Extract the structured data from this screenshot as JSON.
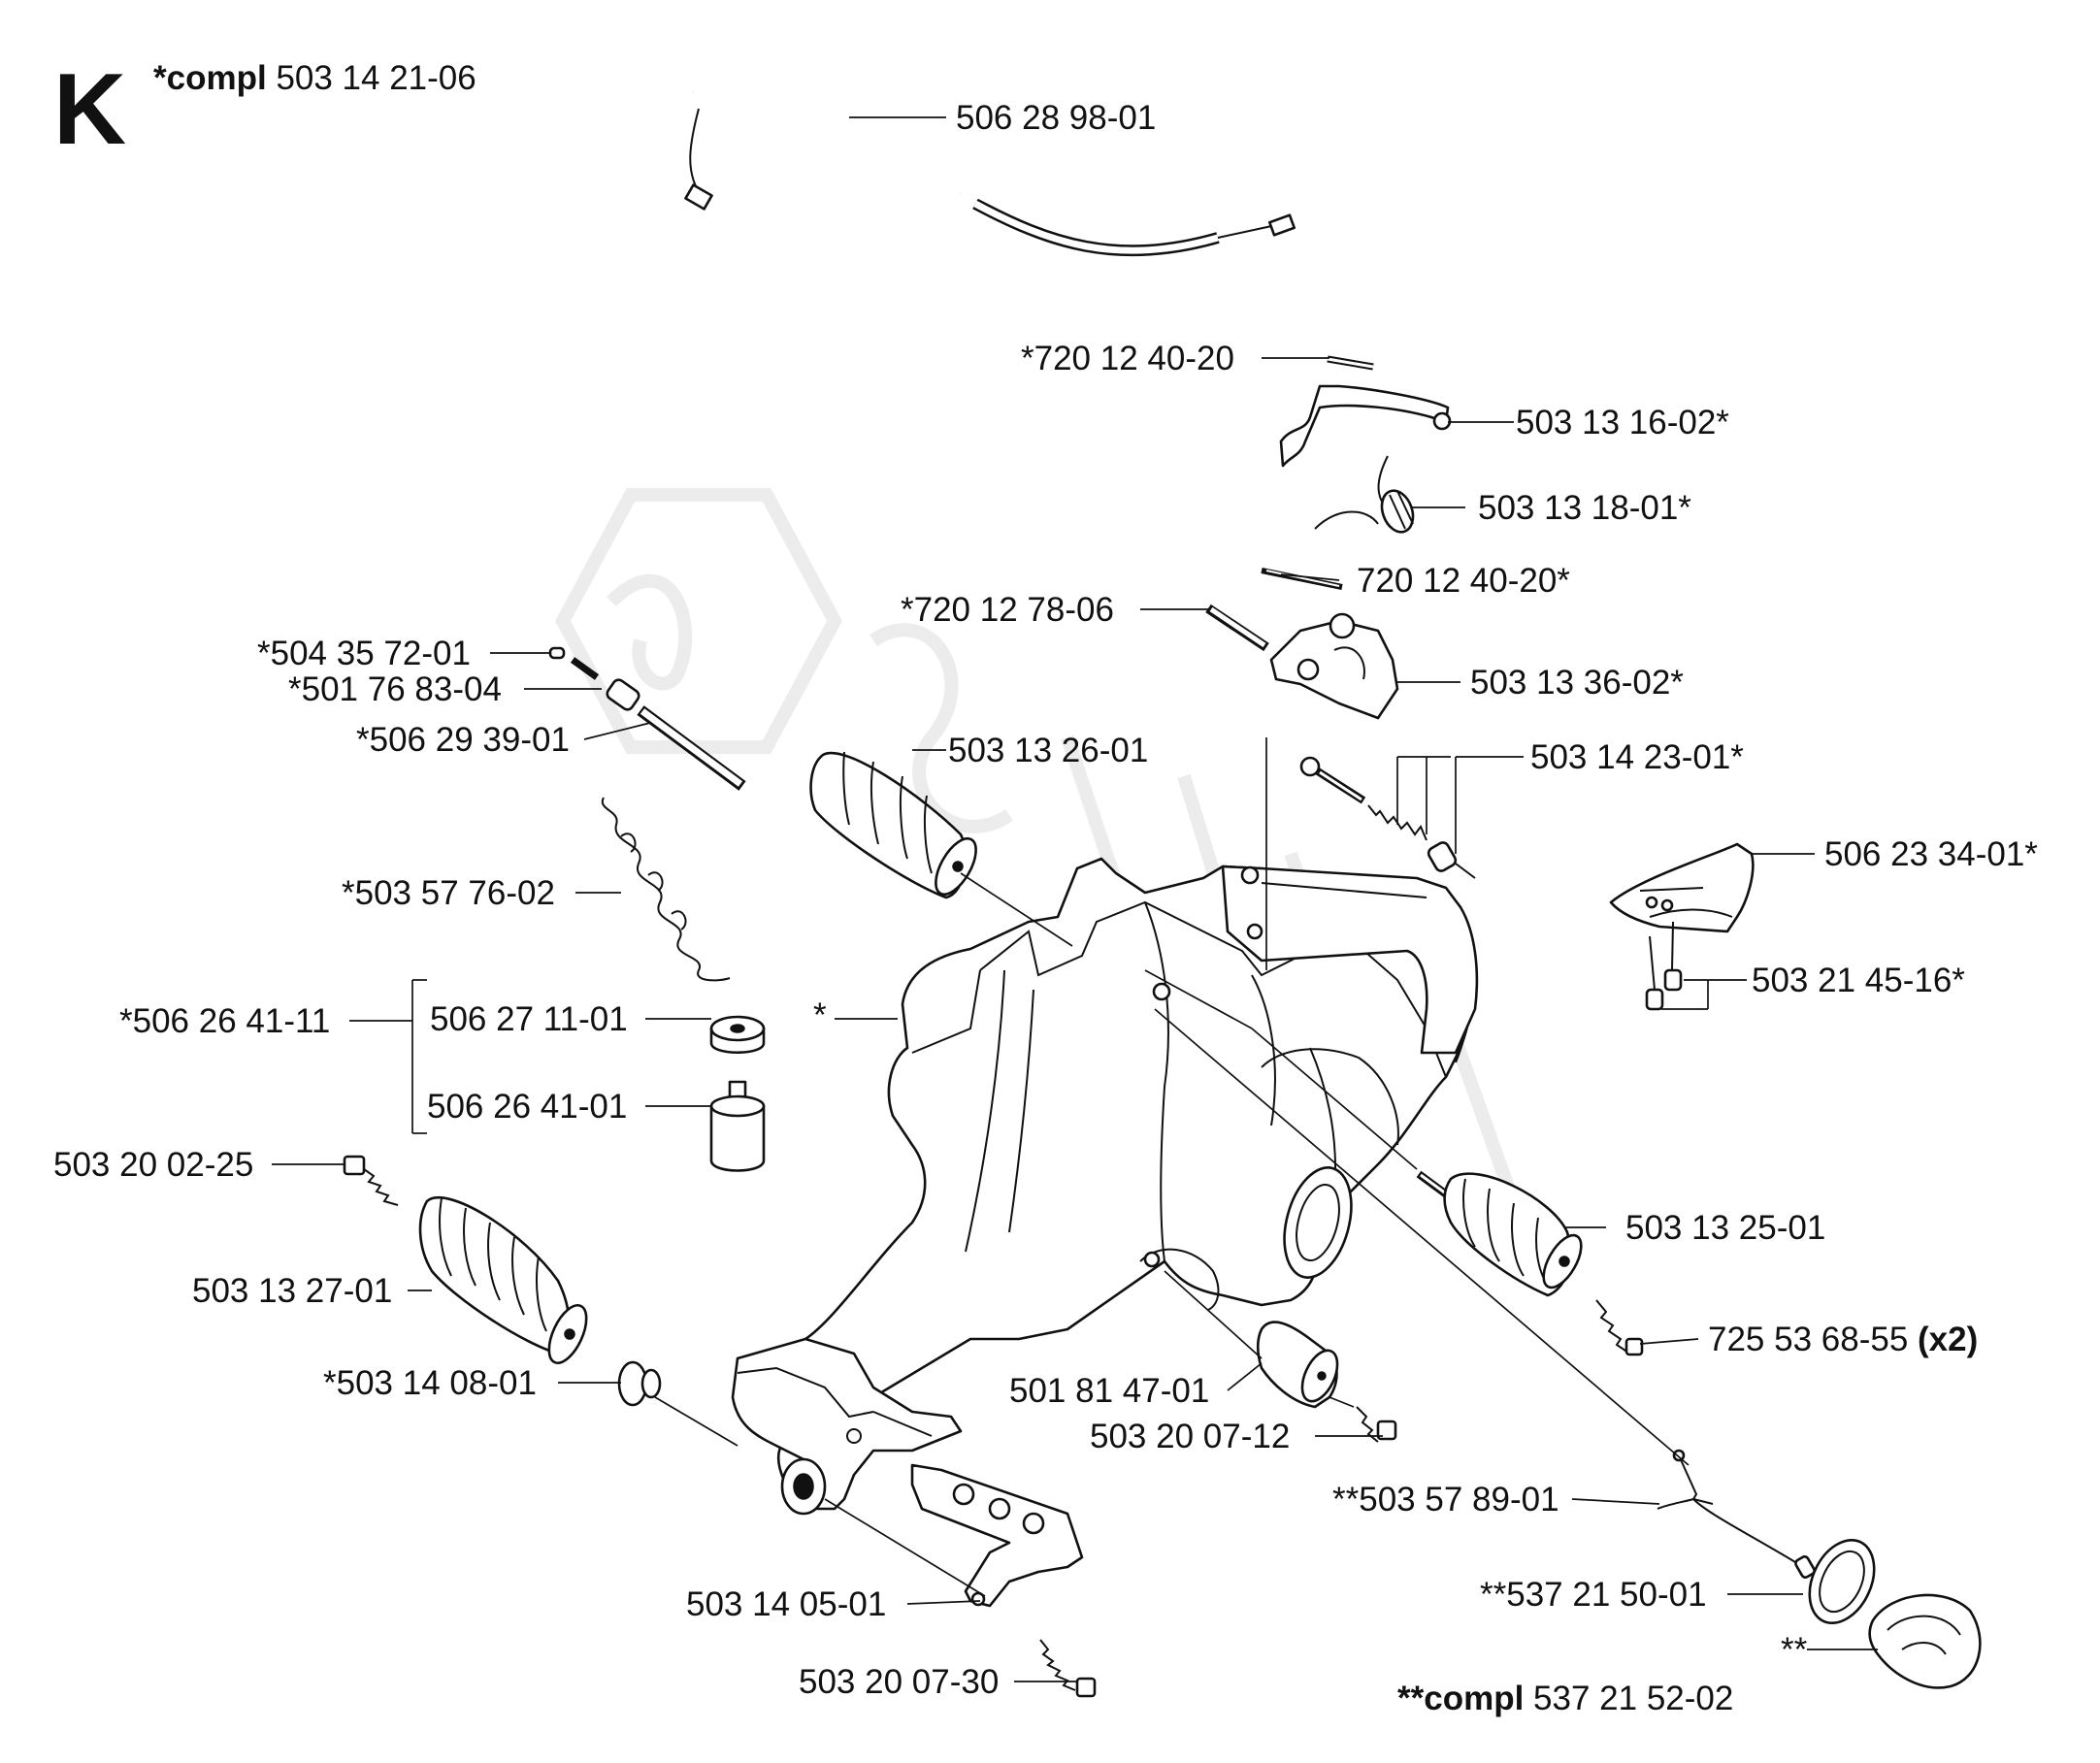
{
  "section": {
    "letter": "K",
    "compl_prefix": "*compl",
    "compl_number": "503 14 21-06"
  },
  "footer": {
    "compl_prefix": "**compl",
    "compl_number": "537 21 52-02"
  },
  "labels": [
    {
      "id": "p1",
      "text": "506 28 98-01"
    },
    {
      "id": "p2",
      "text": "*720 12 40-20"
    },
    {
      "id": "p3",
      "text": "503 13 16-02*"
    },
    {
      "id": "p4",
      "text": "503 13 18-01*"
    },
    {
      "id": "p5",
      "text": "720 12 40-20*"
    },
    {
      "id": "p6",
      "text": "*720 12 78-06"
    },
    {
      "id": "p7",
      "text": "503 13 36-02*"
    },
    {
      "id": "p8",
      "text": "*504 35 72-01"
    },
    {
      "id": "p9",
      "text": "*501 76 83-04"
    },
    {
      "id": "p10",
      "text": "*506 29 39-01"
    },
    {
      "id": "p11",
      "text": "503 13 26-01"
    },
    {
      "id": "p12",
      "text": "503 14 23-01*"
    },
    {
      "id": "p13",
      "text": "506 23 34-01*"
    },
    {
      "id": "p14",
      "text": "*503 57 76-02"
    },
    {
      "id": "p15",
      "text": "503 21 45-16*"
    },
    {
      "id": "p16",
      "text": "506 27 11-01"
    },
    {
      "id": "p17",
      "text": "*"
    },
    {
      "id": "p18",
      "text": "*506 26 41-11"
    },
    {
      "id": "p19",
      "text": "506 26 41-01"
    },
    {
      "id": "p20",
      "text": "503 20 02-25"
    },
    {
      "id": "p21",
      "text": "503 13 25-01"
    },
    {
      "id": "p22",
      "text": "503 13 27-01"
    },
    {
      "id": "p23",
      "text": "725 53 68-55",
      "suffix": "(x2)"
    },
    {
      "id": "p24",
      "text": "*503 14 08-01"
    },
    {
      "id": "p25",
      "text": "501 81 47-01"
    },
    {
      "id": "p26",
      "text": "503 20 07-12"
    },
    {
      "id": "p27",
      "text": "**503 57 89-01"
    },
    {
      "id": "p28",
      "text": "**537 21 50-01"
    },
    {
      "id": "p29",
      "text": "503 14 05-01"
    },
    {
      "id": "p30",
      "text": "**"
    },
    {
      "id": "p31",
      "text": "503 20 07-30"
    }
  ]
}
